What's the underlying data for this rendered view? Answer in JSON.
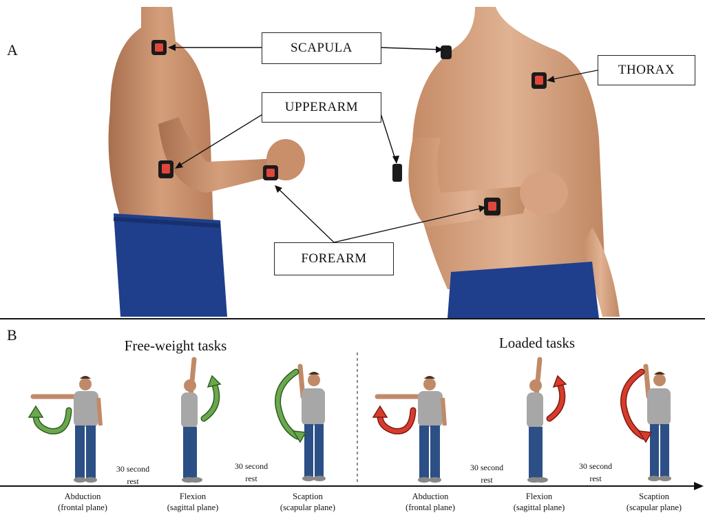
{
  "panel_a": {
    "letter": "A",
    "labels": {
      "scapula": "SCAPULA",
      "thorax": "THORAX",
      "upperarm": "UPPERARM",
      "forearm": "FOREARM"
    }
  },
  "panel_b": {
    "letter": "B",
    "free_title": "Free-weight tasks",
    "loaded_title": "Loaded tasks",
    "rest_line1": "30 second",
    "rest_line2": "rest",
    "tasks": [
      {
        "name": "Abduction",
        "plane": "(frontal plane)"
      },
      {
        "name": "Flexion",
        "plane": "(sagittal plane)"
      },
      {
        "name": "Scaption",
        "plane": "(scapular plane)"
      },
      {
        "name": "Abduction",
        "plane": "(frontal plane)"
      },
      {
        "name": "Flexion",
        "plane": "(sagittal plane)"
      },
      {
        "name": "Scaption",
        "plane": "(scapular plane)"
      }
    ]
  },
  "colors": {
    "skin": "#c8916c",
    "pants": "#1f3f8c",
    "sensor_red": "#e0463a",
    "free_arrow": "#6aa84f",
    "loaded_arrow": "#d93b2b"
  }
}
